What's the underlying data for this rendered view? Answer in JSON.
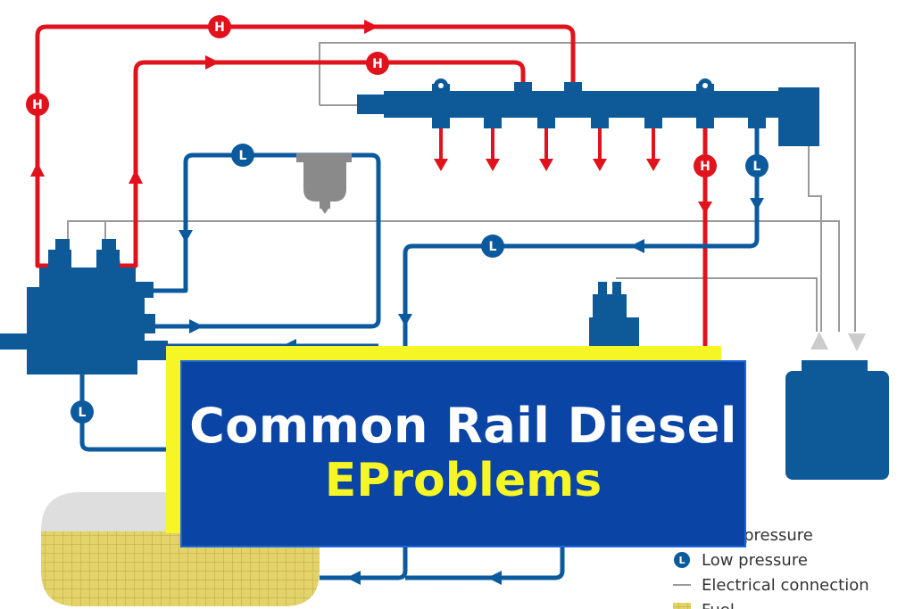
{
  "badges": {
    "high": "H",
    "low": "L"
  },
  "legend": {
    "high_pressure": "High pressure",
    "low_pressure": "Low pressure",
    "electrical": "Electrical connection",
    "fuel": "Fuel"
  },
  "banner": {
    "title": "Common Rail Diesel",
    "subtitle": "EProblems"
  },
  "colors": {
    "high_pressure_line": "#e0131d",
    "low_pressure_line": "#0c5a9e",
    "component_fill": "#0e5a98",
    "electrical_line": "#9a9a9a",
    "fuel_fill": "#e2d36a",
    "banner_bg": "#0a44a4",
    "banner_accent": "#f6f626"
  }
}
